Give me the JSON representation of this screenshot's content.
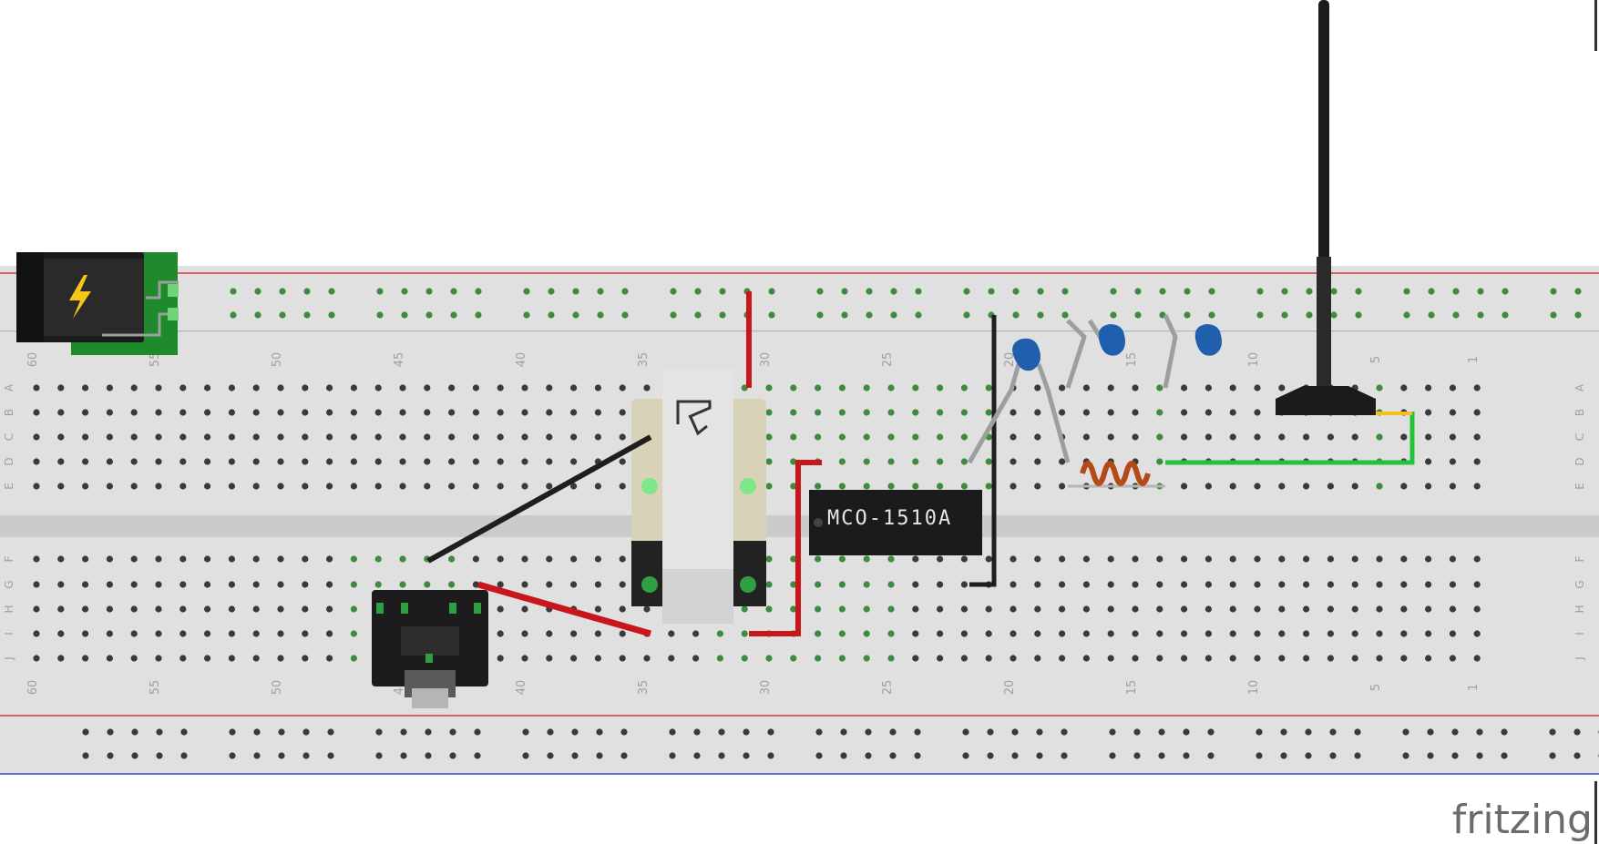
{
  "app": {
    "brand": "fritzing"
  },
  "breadboard": {
    "column_labels_top": [
      "60",
      "55",
      "50",
      "45",
      "40",
      "35",
      "30",
      "25",
      "20",
      "15",
      "10",
      "5",
      "1"
    ],
    "column_labels_bottom": [
      "60",
      "55",
      "50",
      "45",
      "40",
      "35",
      "30",
      "25",
      "20",
      "15",
      "10",
      "5",
      "1"
    ],
    "row_labels_upper": [
      "A",
      "B",
      "C",
      "D",
      "E"
    ],
    "row_labels_lower": [
      "F",
      "G",
      "H",
      "I",
      "J"
    ],
    "colors": {
      "board": "#e0e0e0",
      "channel": "#cbcbcb",
      "power_rail_positive": "#e0343a",
      "power_rail_negative": "#3545c9",
      "hole": "#3a3a3a",
      "connected_hole": "#4caf50"
    }
  },
  "components": {
    "oscillator": {
      "label": "MCO-1510A"
    },
    "power_jack": {
      "icon": "lightning-bolt-icon"
    },
    "relay": {
      "icon": "fritzing-logo-icon"
    }
  },
  "wires": {
    "colors": {
      "red": "#c8161b",
      "black": "#1e1e1e",
      "green": "#22c33a",
      "yellow": "#f2c21b"
    }
  }
}
